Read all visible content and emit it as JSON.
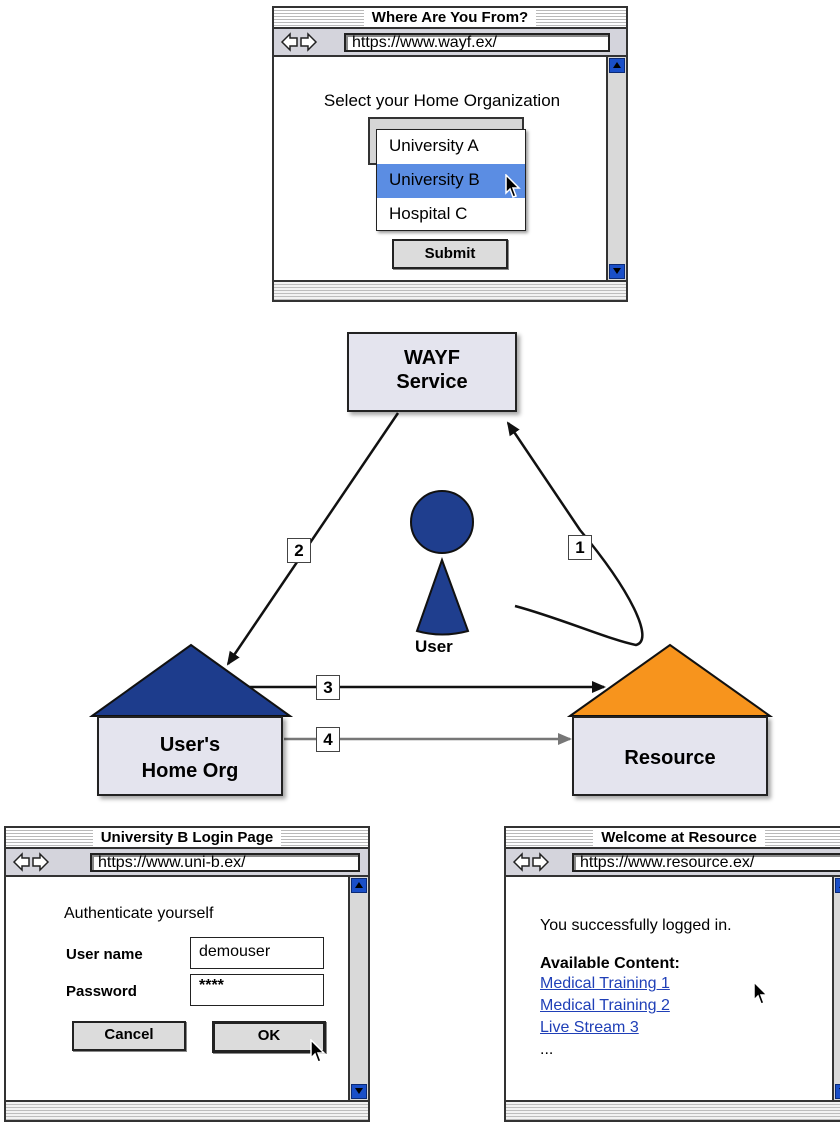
{
  "colors": {
    "house_blue": "#1d3c8c",
    "house_orange": "#f7941d",
    "user_blue": "#1f3e8e",
    "selection": "#5b8de3",
    "link": "#1f3fb7"
  },
  "wayf_window": {
    "title": "Where Are You From?",
    "url": "https://www.wayf.ex/",
    "prompt": "Select your Home Organization",
    "options": [
      "University A",
      "University B",
      "Hospital C"
    ],
    "selected_index": 1,
    "submit_label": "Submit"
  },
  "diagram": {
    "wayf_service_line1": "WAYF",
    "wayf_service_line2": "Service",
    "user_label": "User",
    "home_org_line1": "User's",
    "home_org_line2": "Home Org",
    "resource_label": "Resource",
    "steps": [
      "1",
      "2",
      "3",
      "4"
    ]
  },
  "login_window": {
    "title": "University B Login Page",
    "url": "https://www.uni-b.ex/",
    "heading": "Authenticate yourself",
    "username_label": "User name",
    "username_value": "demouser",
    "password_label": "Password",
    "password_value": "****",
    "cancel_label": "Cancel",
    "ok_label": "OK"
  },
  "resource_window": {
    "title": "Welcome at Resource",
    "url": "https://www.resource.ex/",
    "message": "You successfully logged in.",
    "content_heading": "Available Content:",
    "links": [
      "Medical Training 1",
      "Medical Training 2",
      "Live Stream 3"
    ],
    "ellipsis": "..."
  }
}
